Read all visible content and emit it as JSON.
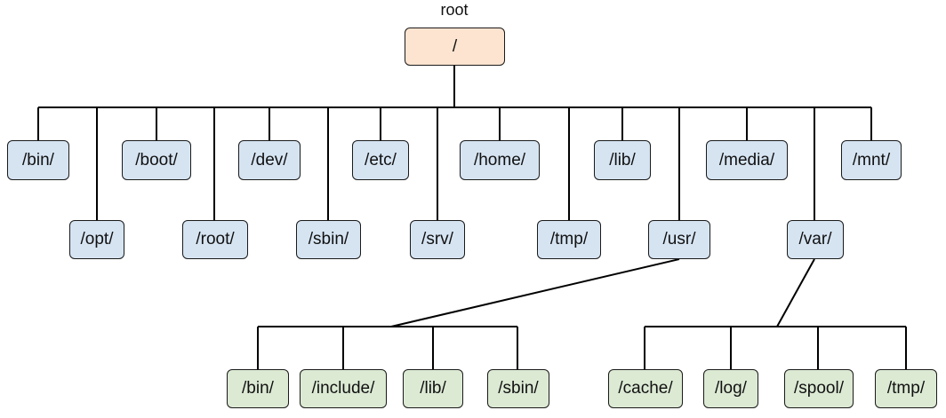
{
  "root": {
    "caption": "root",
    "label": "/"
  },
  "top_dirs": {
    "bin": "/bin/",
    "opt": "/opt/",
    "boot": "/boot/",
    "root": "/root/",
    "dev": "/dev/",
    "sbin": "/sbin/",
    "etc": "/etc/",
    "srv": "/srv/",
    "home": "/home/",
    "tmp": "/tmp/",
    "lib": "/lib/",
    "usr": "/usr/",
    "media": "/media/",
    "var": "/var/",
    "mnt": "/mnt/"
  },
  "usr_children": {
    "bin": "/bin/",
    "include": "/include/",
    "lib": "/lib/",
    "sbin": "/sbin/"
  },
  "var_children": {
    "cache": "/cache/",
    "log": "/log/",
    "spool": "/spool/",
    "tmp": "/tmp/"
  },
  "colors": {
    "root_fill": "#fce4d0",
    "top_dir_fill": "#d6e4f2",
    "sub_dir_fill": "#dcead4",
    "line": "#000000"
  }
}
